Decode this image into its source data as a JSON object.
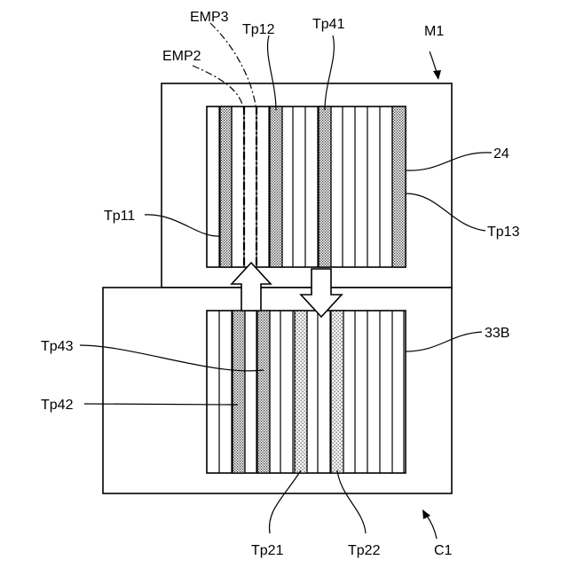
{
  "labels": {
    "emp3": "EMP3",
    "emp2": "EMP2",
    "tp12": "Tp12",
    "tp41": "Tp41",
    "m1": "M1",
    "ref24": "24",
    "tp11": "Tp11",
    "tp13": "Tp13",
    "ref33b": "33B",
    "tp43": "Tp43",
    "tp42": "Tp42",
    "tp21": "Tp21",
    "tp22": "Tp22",
    "c1": "C1"
  }
}
